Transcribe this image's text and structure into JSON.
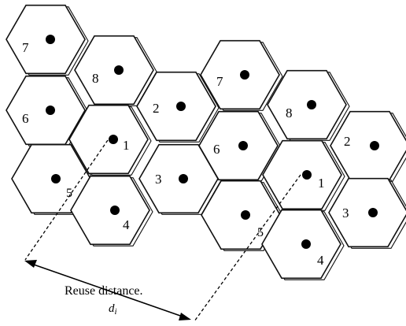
{
  "cells": [
    {
      "label": "7"
    },
    {
      "label": "6"
    },
    {
      "label": ""
    },
    {
      "label": "8"
    },
    {
      "label": "1"
    },
    {
      "label": "4"
    },
    {
      "label": "2"
    },
    {
      "label": "3"
    },
    {
      "label": "7"
    },
    {
      "label": "6"
    },
    {
      "label": ""
    },
    {
      "label": "8"
    },
    {
      "label": "1"
    },
    {
      "label": "4"
    },
    {
      "label": "2"
    },
    {
      "label": "3"
    }
  ],
  "marker_left": "5",
  "marker_right": "5",
  "caption": {
    "text": "Reuse distance.",
    "symbol": "d",
    "subscript": "i"
  }
}
